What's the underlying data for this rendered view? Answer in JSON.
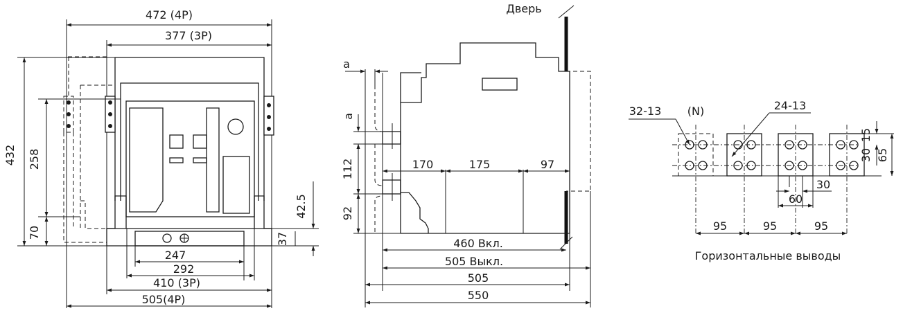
{
  "front_view": {
    "width_4p": "472 (4P)",
    "width_3p": "377 (3P)",
    "height_total": "432",
    "height_258": "258",
    "height_70": "70",
    "height_42_5": "42.5",
    "height_37": "37",
    "base_247": "247",
    "base_292": "292",
    "base_410_3p": "410  (3P)",
    "base_505_4p": "505(4P)"
  },
  "side_view": {
    "door_label": "Дверь",
    "a_top": "a",
    "a_side": "a",
    "dim_112": "112",
    "dim_92": "92",
    "dim_170": "170",
    "dim_175": "175",
    "dim_97": "97",
    "dim_460_on": "460 Вкл.",
    "dim_505_off": "505 Выкл.",
    "dim_505": "505",
    "dim_550": "550"
  },
  "terminals": {
    "screw_spec_left": "32-13",
    "neutral_label": "(N)",
    "screw_spec_right": "24-13",
    "dim_15": "15",
    "dim_30_v": "30",
    "dim_65": "65",
    "dim_30_h": "30",
    "dim_60": "60",
    "pitch_1": "95",
    "pitch_2": "95",
    "pitch_3": "95",
    "caption": "Горизонтальные выводы"
  }
}
